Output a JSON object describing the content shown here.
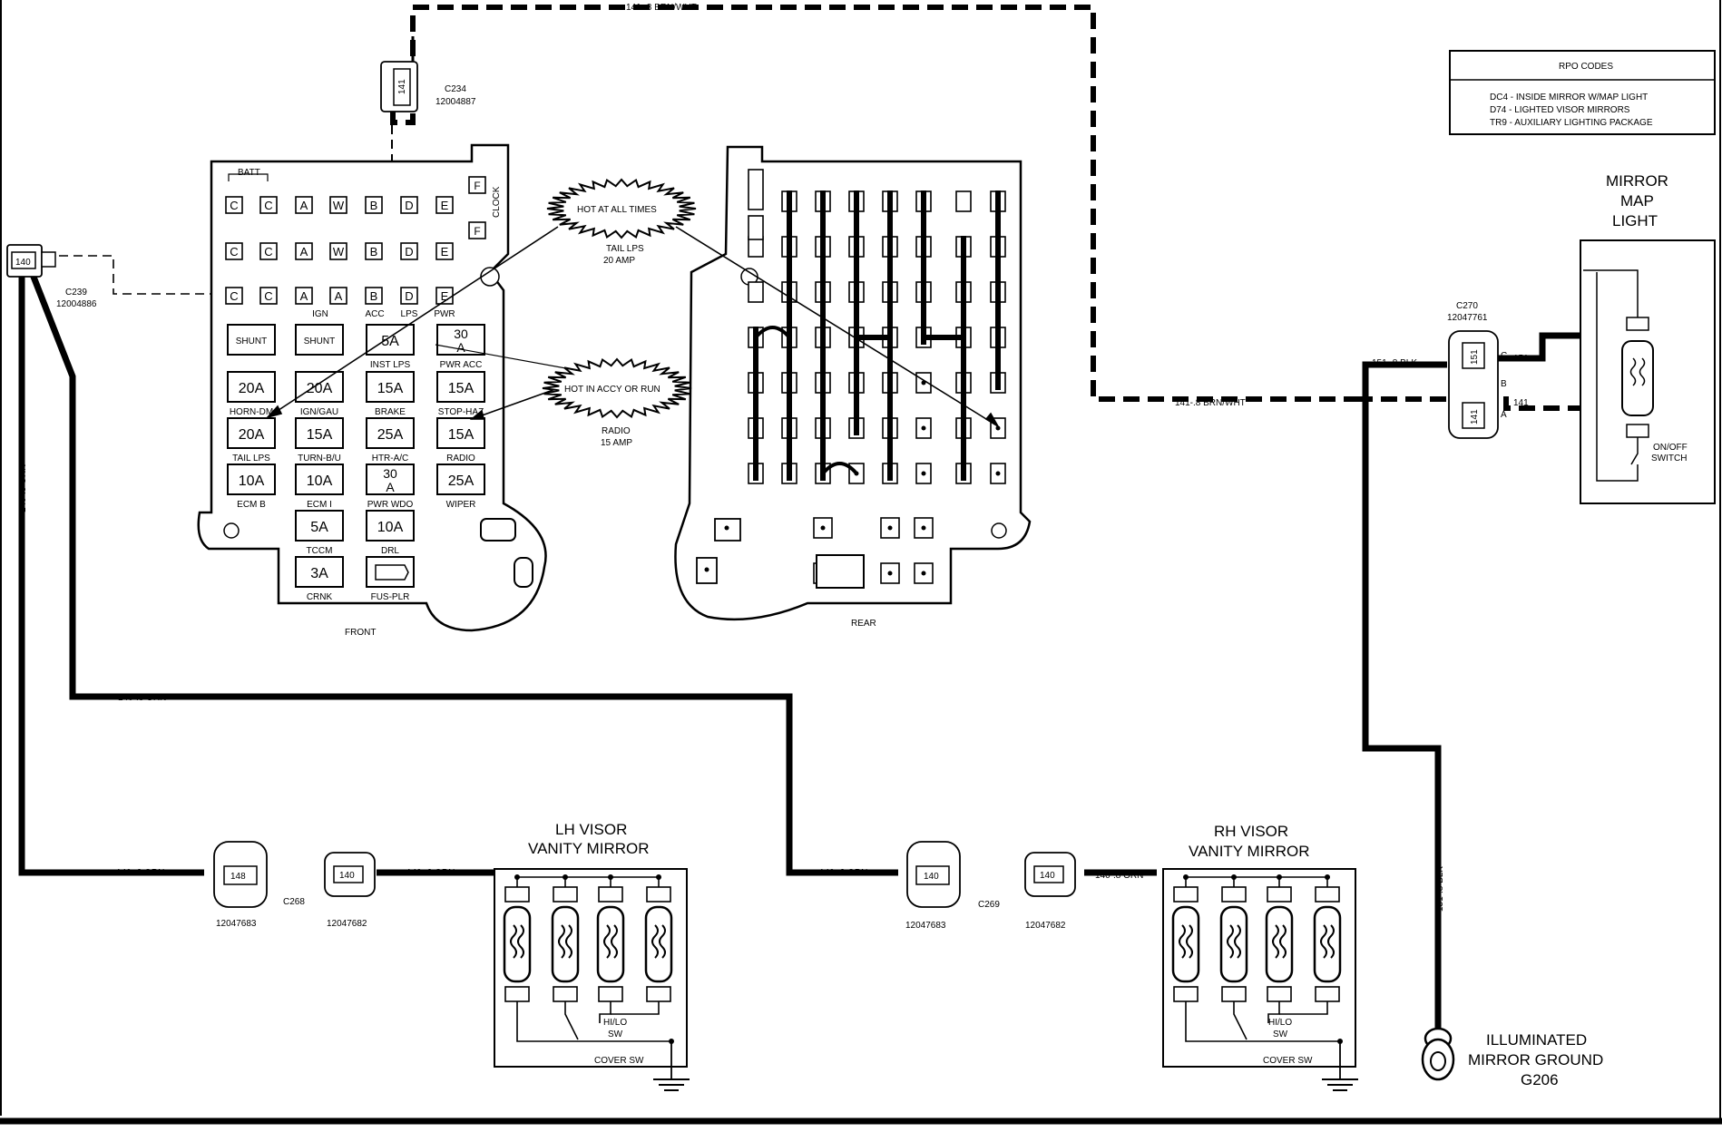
{
  "rpo_codes": {
    "title": "RPO CODES",
    "lines": [
      "DC4 - INSIDE MIRROR W/MAP LIGHT",
      "D74 - LIGHTED VISOR MIRRORS",
      "TR9 - AUXILIARY LIGHTING PACKAGE"
    ]
  },
  "wires": {
    "brn_wht_top": "141-.8 BRN/WHT",
    "brn_wht_mid": "141-.8 BRN/WHT",
    "orn_vertical": "140-.8 ORN",
    "orn_mid": "140-.8 ORN",
    "orn_lh1": "140-.8 ORN",
    "orn_lh2": "140-.8 ORN",
    "orn_rh1": "140-.8 ORN",
    "orn_rh2": "140-.8 ORN",
    "blk_top": "151-.8 BLK",
    "blk_vertical": "151-.8 BLK"
  },
  "connectors": {
    "c234": {
      "name": "C234",
      "part": "12004887",
      "pin": "141"
    },
    "c239": {
      "name": "C239",
      "part": "12004886",
      "pin": "140"
    },
    "c270": {
      "name": "C270",
      "part": "12047761",
      "pin_c": "C",
      "pin_b": "B",
      "pin_a": "A",
      "wire_c": "151",
      "wire_a": "141",
      "cav_c": "151",
      "cav_a": "141"
    },
    "c268": {
      "name": "C268",
      "part_a": "12047683",
      "part_b": "12047682",
      "pin_a": "148",
      "pin_b": "140"
    },
    "c269": {
      "name": "C269",
      "part_a": "12047683",
      "part_b": "12047682",
      "pin_a": "140",
      "pin_b": "140"
    }
  },
  "fuse_block": {
    "front_label": "FRONT",
    "rear_label": "REAR",
    "batt": "BATT",
    "clock": "CLOCK",
    "row1": [
      "C",
      "C",
      "A",
      "W",
      "B",
      "D",
      "E"
    ],
    "row2": [
      "C",
      "C",
      "A",
      "W",
      "B",
      "D",
      "E"
    ],
    "row3": [
      "C",
      "C",
      "A",
      "A",
      "B",
      "D",
      "E"
    ],
    "f_tags": [
      "F",
      "F"
    ],
    "row3_labels": [
      "IGN",
      "ACC",
      "LPS",
      "PWR"
    ],
    "fuses": [
      {
        "v": "SHUNT",
        "l": ""
      },
      {
        "v": "SHUNT",
        "l": ""
      },
      {
        "v": "5A",
        "l": "INST LPS"
      },
      {
        "v": "30 A",
        "l": "PWR ACC"
      },
      {
        "v": "20A",
        "l": "HORN-DM"
      },
      {
        "v": "20A",
        "l": "IGN/GAU"
      },
      {
        "v": "15A",
        "l": "BRAKE"
      },
      {
        "v": "15A",
        "l": "STOP-HAZ"
      },
      {
        "v": "20A",
        "l": "TAIL LPS"
      },
      {
        "v": "15A",
        "l": "TURN-B/U"
      },
      {
        "v": "25A",
        "l": "HTR-A/C"
      },
      {
        "v": "15A",
        "l": "RADIO"
      },
      {
        "v": "10A",
        "l": "ECM B"
      },
      {
        "v": "10A",
        "l": "ECM I"
      },
      {
        "v": "30 A",
        "l": "PWR WDO"
      },
      {
        "v": "25A",
        "l": "WIPER"
      },
      {
        "v": "5A",
        "l": "TCCM"
      },
      {
        "v": "10A",
        "l": "DRL"
      },
      {
        "v": "3A",
        "l": "CRNK"
      },
      {
        "v": "",
        "l": "FUS-PLR"
      }
    ]
  },
  "callouts": {
    "hot_all": "HOT AT ALL TIMES",
    "hot_all_sub1": "TAIL LPS",
    "hot_all_sub2": "20 AMP",
    "hot_accy": "HOT IN ACCY OR RUN",
    "hot_accy_sub1": "RADIO",
    "hot_accy_sub2": "15 AMP"
  },
  "mirror_map": {
    "title1": "MIRROR",
    "title2": "MAP",
    "title3": "LIGHT",
    "switch1": "ON/OFF",
    "switch2": "SWITCH"
  },
  "lh_visor": {
    "title1": "LH VISOR",
    "title2": "VANITY MIRROR",
    "sw1": "HI/LO",
    "sw2": "SW",
    "cover": "COVER SW"
  },
  "rh_visor": {
    "title1": "RH VISOR",
    "title2": "VANITY MIRROR",
    "sw1": "HI/LO",
    "sw2": "SW",
    "cover": "COVER SW"
  },
  "ground": {
    "l1": "ILLUMINATED",
    "l2": "MIRROR GROUND",
    "l3": "G206"
  }
}
